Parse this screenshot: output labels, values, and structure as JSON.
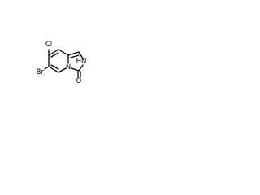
{
  "molecule": {
    "atoms": {
      "chlorine": "Cl",
      "bromine": "Br",
      "ring_nitrogen": "N",
      "nh_nitrogen": "N",
      "nh_hydrogen": "H",
      "carbonyl_oxygen": "O"
    }
  }
}
